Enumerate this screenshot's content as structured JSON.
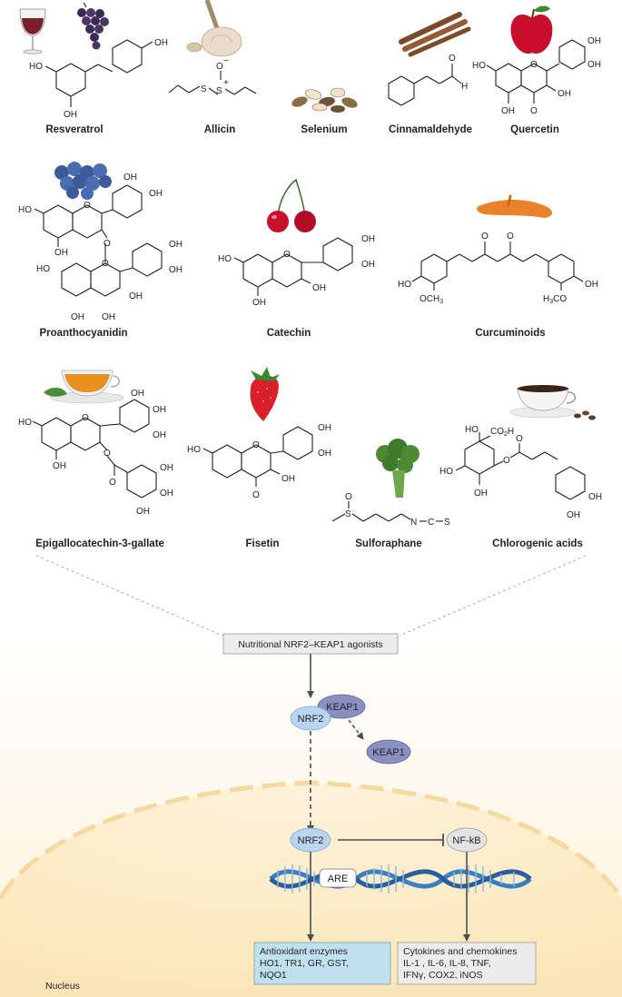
{
  "compounds": {
    "resveratrol": "Resveratrol",
    "allicin": "Allicin",
    "selenium": "Selenium",
    "cinnamaldehyde": "Cinnamaldehyde",
    "quercetin": "Quercetin",
    "proanthocyanidin": "Proanthocyanidin",
    "catechin": "Catechin",
    "curcuminoids": "Curcuminoids",
    "egcg": "Epigallocatechin-3-gallate",
    "fisetin": "Fisetin",
    "sulforaphane": "Sulforaphane",
    "chlorogenic": "Chlorogenic acids"
  },
  "atoms": {
    "oh": "OH",
    "ho": "HO",
    "o": "O",
    "h": "H",
    "s": "S",
    "o_minus": "O",
    "minus": "−",
    "s_plus": "S",
    "plus": "+",
    "och3": "OCH",
    "h3co": "H",
    "co2h": "CO",
    "co2h_h": "H",
    "n": "N",
    "c": "C",
    "three": "3",
    "two": "2"
  },
  "pathway": {
    "agonist_box": "Nutritional NRF2–KEAP1 agonists",
    "nrf2": "NRF2",
    "keap1": "KEAP1",
    "keap1_free": "KEAP1",
    "nrf2_nucleus": "NRF2",
    "nfkb": "NF-kB",
    "are": "ARE",
    "antioxidant_title": "Antioxidant enzymes",
    "antioxidant_line1": "HO1, TR1, GR, GST,",
    "antioxidant_line2": "NQO1",
    "cytokine_title": "Cytokines and chemokines",
    "cytokine_line1": "IL-1 , IL-6, IL-8, TNF,",
    "cytokine_line2": "IFNγ, COX2, iNOS",
    "nucleus": "Nucleus"
  },
  "colors": {
    "nucleus_fill": "#fdf0d6",
    "nucleus_border": "#f7dca6",
    "nrf2_fill": "#b9d6ef",
    "keap1_fill": "#8a8fc2",
    "nfkb_fill": "#e3e3e3",
    "antioxidant_box": "#bfe0ef",
    "cytokine_box": "#ececec",
    "dna_blue": "#3a7fc1"
  },
  "icons": [
    "wine-glass-icon",
    "grapes-icon",
    "garlic-icon",
    "brazil-nuts-icon",
    "cinnamon-sticks-icon",
    "apple-icon",
    "blueberries-icon",
    "cherries-icon",
    "turmeric-icon",
    "tea-cup-icon",
    "strawberry-icon",
    "broccoli-icon",
    "coffee-cup-icon",
    "dna-helix-icon"
  ]
}
